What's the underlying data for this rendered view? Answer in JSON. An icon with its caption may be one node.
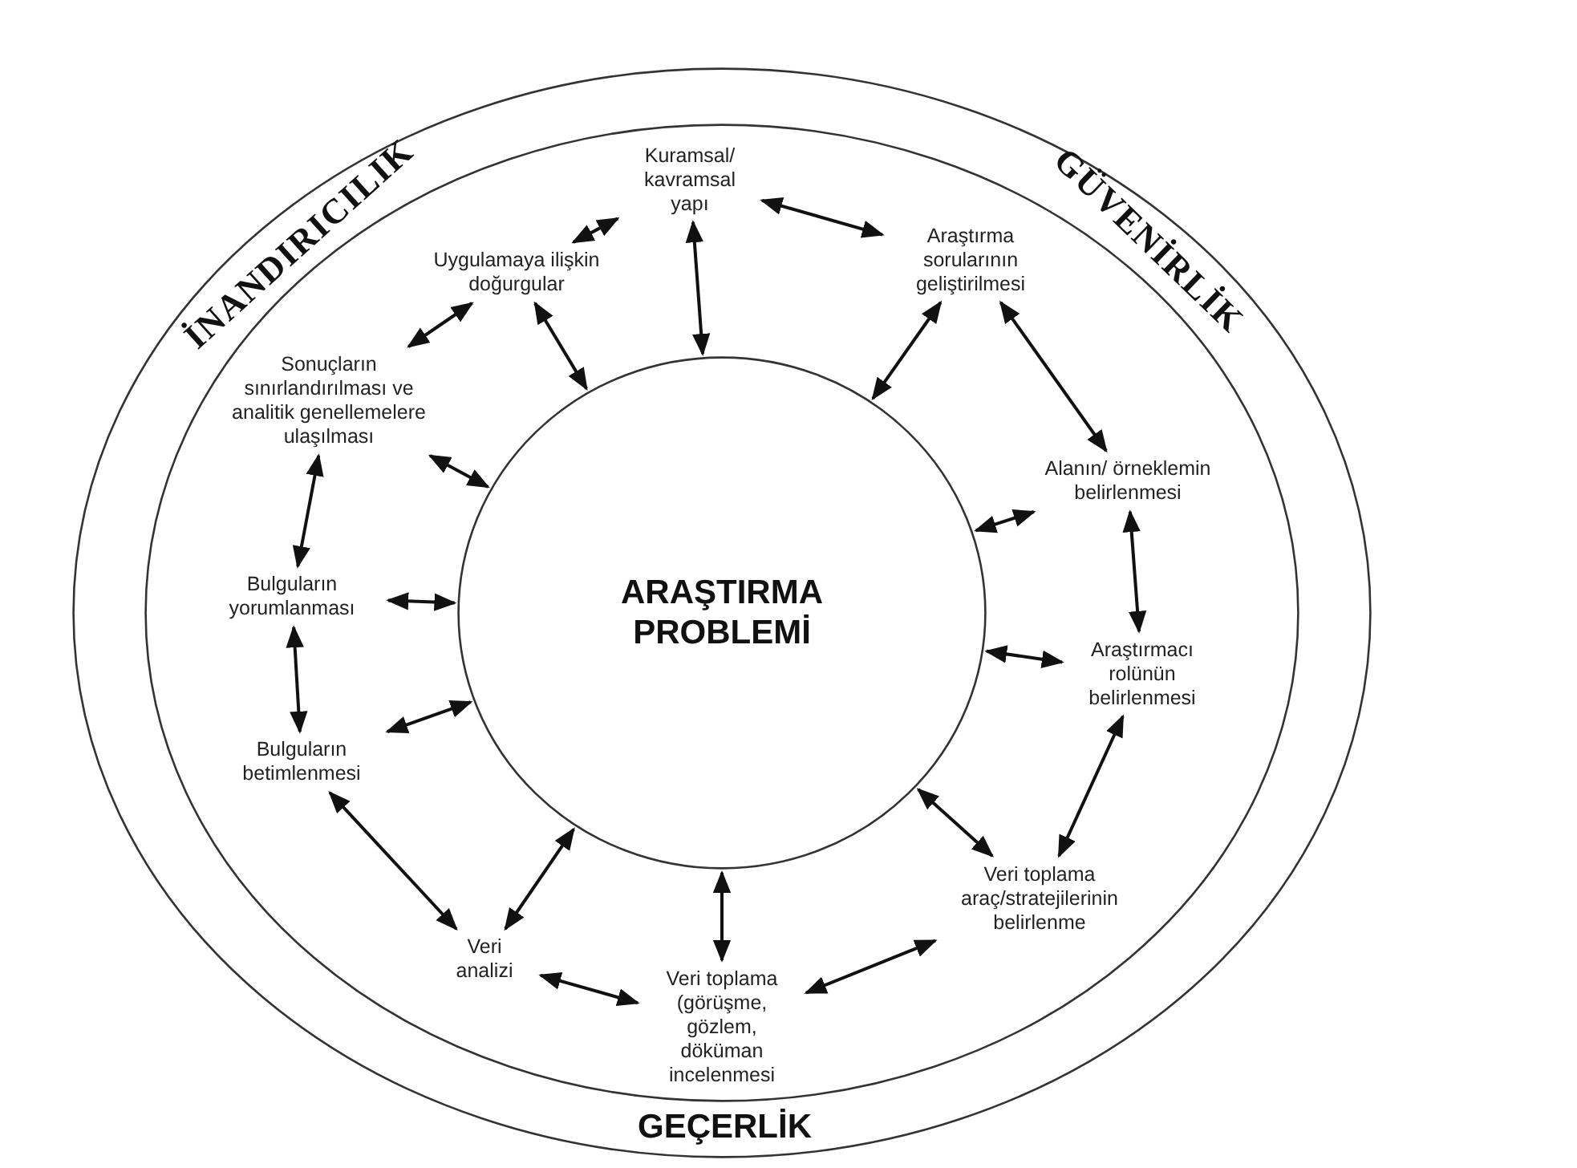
{
  "diagram": {
    "nodes": [
      {
        "text": [
          "İNANDIRICILIK",
          "GÜVENİRLİK",
          "GEÇERLİK"
        ]
      },
      {
        "text": [],
        "shape": "circle",
        "in": 0
      },
      {
        "text": [
          "ARAŞTIRMA PROBLEMİ"
        ],
        "in": 1
      },
      {
        "text": [
          "Kuramsal/ kavramsal yapı"
        ],
        "in": 1
      },
      {
        "text": [
          "Araştırma sorularının geliştirilmesi"
        ],
        "in": 1
      },
      {
        "text": [
          "Alanın/ örneklemin belirlenmesi"
        ],
        "in": 1
      },
      {
        "text": [
          "Araştırmacı rolünün belirlenmesi"
        ],
        "in": 1
      },
      {
        "text": [
          "Veri toplama araç/stratejilerinin belirlenme"
        ],
        "in": 1
      },
      {
        "text": [
          "Veri toplama (görüşme, gözlem, döküman incelenmesi"
        ],
        "in": 1
      },
      {
        "text": [
          "Veri analizi"
        ],
        "in": 1
      },
      {
        "text": [
          "Bulguların betimlenmesi"
        ],
        "in": 1
      },
      {
        "text": [
          "Bulguların yorumlanması"
        ],
        "in": 1
      },
      {
        "text": [
          "Sonuçların sınırlandırılması ve analitik genellemelere ulaşılması"
        ],
        "in": 1
      },
      {
        "text": [
          "Uygulamaya ilişkin doğurgular"
        ],
        "in": 1
      }
    ],
    "edges": [
      {
        "from": 3,
        "to": 4,
        "arrow": "both"
      },
      {
        "from": 4,
        "to": 5,
        "arrow": "both"
      },
      {
        "from": 5,
        "to": 6,
        "arrow": "both"
      },
      {
        "from": 6,
        "to": 7,
        "arrow": "both"
      },
      {
        "from": 7,
        "to": 8,
        "arrow": "both"
      },
      {
        "from": 8,
        "to": 9,
        "arrow": "both"
      },
      {
        "from": 9,
        "to": 10,
        "arrow": "both"
      },
      {
        "from": 10,
        "to": 11,
        "arrow": "both"
      },
      {
        "from": 11,
        "to": 12,
        "arrow": "both"
      },
      {
        "from": 12,
        "to": 13,
        "arrow": "both"
      },
      {
        "from": 13,
        "to": 3,
        "arrow": "both"
      },
      {
        "from": 2,
        "to": 3,
        "arrow": "both"
      },
      {
        "from": 2,
        "to": 4,
        "arrow": "both"
      },
      {
        "from": 2,
        "to": 5,
        "arrow": "both"
      },
      {
        "from": 2,
        "to": 6,
        "arrow": "both"
      },
      {
        "from": 2,
        "to": 7,
        "arrow": "both"
      },
      {
        "from": 2,
        "to": 8,
        "arrow": "both"
      },
      {
        "from": 2,
        "to": 9,
        "arrow": "both"
      },
      {
        "from": 2,
        "to": 10,
        "arrow": "both"
      },
      {
        "from": 2,
        "to": 11,
        "arrow": "both"
      },
      {
        "from": 2,
        "to": 12,
        "arrow": "both"
      },
      {
        "from": 2,
        "to": 13,
        "arrow": "both"
      }
    ]
  }
}
